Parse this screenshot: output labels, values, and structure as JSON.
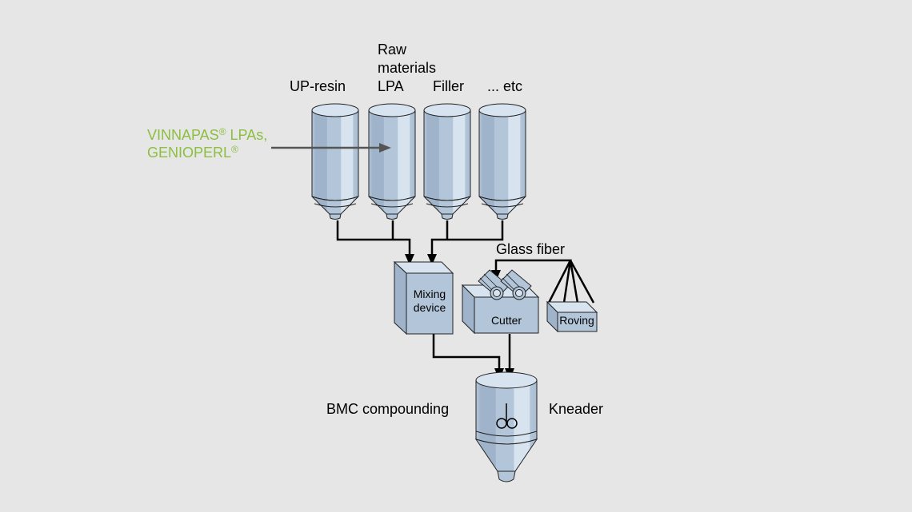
{
  "diagram": {
    "title": "BMC compounding process",
    "silos": [
      {
        "label_lines": [
          "UP-resin"
        ]
      },
      {
        "label_lines": [
          "Raw",
          "materials",
          "LPA"
        ]
      },
      {
        "label_lines": [
          "Filler"
        ]
      },
      {
        "label_lines": [
          "... etc"
        ]
      }
    ],
    "input": {
      "line1_main": "VINNAPAS",
      "line1_sup": "®",
      "line1_rest": " LPAs,",
      "line2_main": "GENIOPERL",
      "line2_sup": "®",
      "color": "#8cbf3f"
    },
    "mixing_device": {
      "line1": "Mixing",
      "line2": "device"
    },
    "glass_fiber": {
      "label": "Glass fiber"
    },
    "cutter": {
      "label": "Cutter"
    },
    "roving": {
      "label": "Roving"
    },
    "kneader": {
      "left_label": "BMC compounding",
      "right_label": "Kneader"
    },
    "colors": {
      "background": "#e6e6e6",
      "silo_dark": "#9fb3cb",
      "silo_mid": "#b3c6d9",
      "silo_light": "#d7e3ee",
      "flow_line": "#000000",
      "input_arrow": "#555555"
    }
  }
}
